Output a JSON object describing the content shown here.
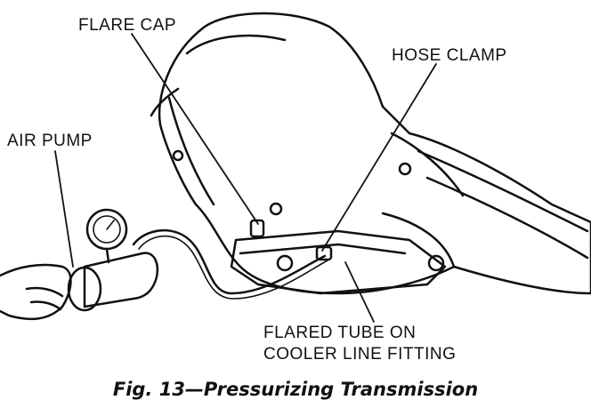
{
  "labels": {
    "flare_cap": "FLARE CAP",
    "hose_clamp": "HOSE CLAMP",
    "air_pump": "AIR PUMP",
    "flared_tube_line1": "FLARED TUBE ON",
    "flared_tube_line2": "COOLER LINE FITTING"
  },
  "caption": "Fig. 13—Pressurizing Transmission",
  "colors": {
    "ink": "#111111",
    "paper": "#ffffff",
    "shade": "#8a8a8a"
  }
}
